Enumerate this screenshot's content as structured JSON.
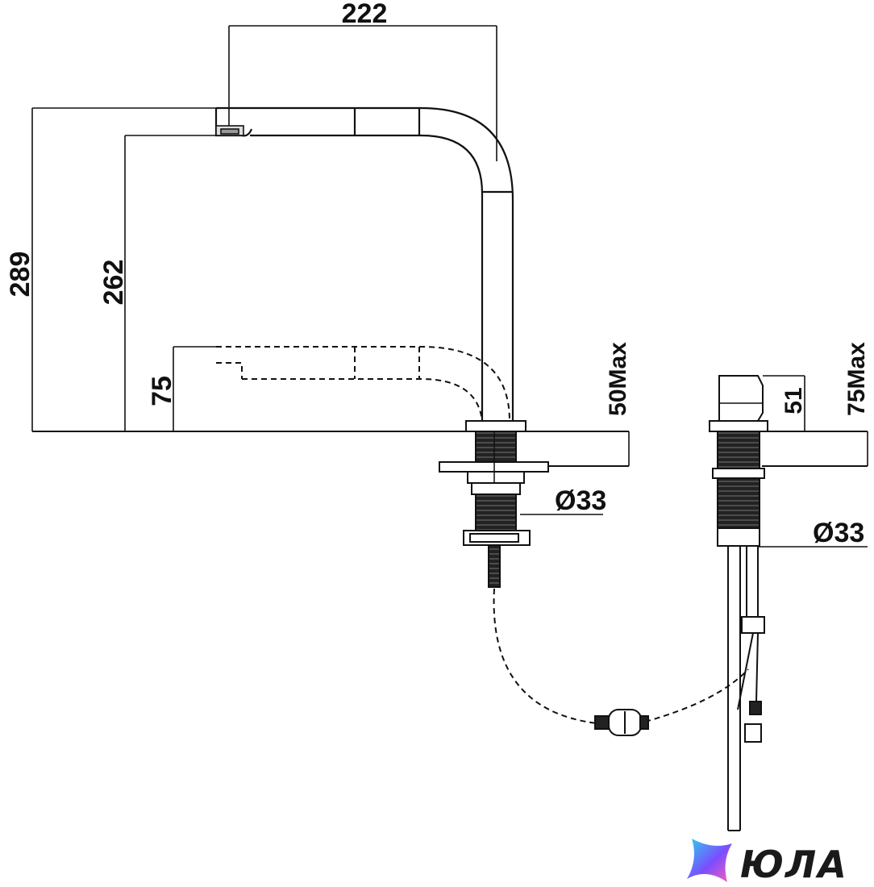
{
  "diagram": {
    "dimensions": {
      "reach": "222",
      "total_height": "289",
      "spout_height": "262",
      "lowered_height": "75",
      "deck_thickness_left": "50Max",
      "deck_thickness_right": "75Max",
      "button_height": "51",
      "hole_diameter_left": "Ø33",
      "hole_diameter_right": "Ø33"
    }
  },
  "brand": {
    "name": "ЮЛА",
    "colors": {
      "logo_start": "#2bd3f0",
      "logo_mid": "#7b4dff",
      "logo_end": "#ff5fb0"
    }
  }
}
